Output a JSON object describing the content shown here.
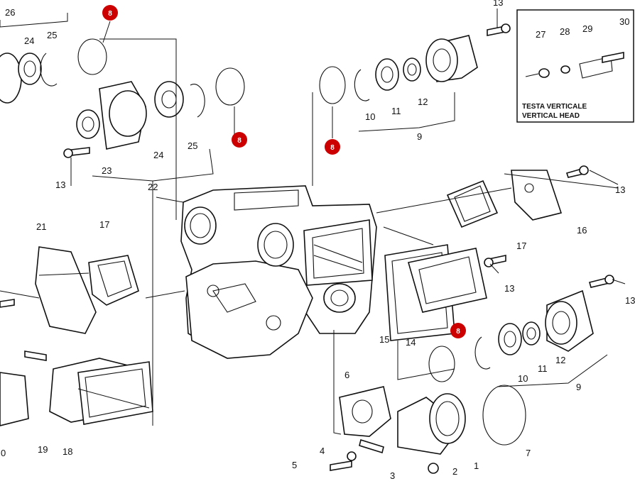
{
  "callouts": {
    "highlighted_part": "8",
    "highlight_color": "#cc0000"
  },
  "part_numbers": {
    "p1": "1",
    "p2": "2",
    "p3": "3",
    "p4": "4",
    "p5": "5",
    "p6": "6",
    "p7": "7",
    "p9": "9",
    "p10": "10",
    "p11": "11",
    "p12": "12",
    "p13": "13",
    "p14": "14",
    "p15": "15",
    "p16": "16",
    "p17": "17",
    "p18": "18",
    "p19": "19",
    "p20": "0",
    "p21": "21",
    "p22": "22",
    "p23": "23",
    "p24": "24",
    "p25": "25",
    "p26": "26",
    "p27": "27",
    "p28": "28",
    "p29": "29",
    "p30": "30"
  },
  "inset": {
    "line1": "TESTA VERTICALE",
    "line2": "VERTICAL HEAD"
  }
}
